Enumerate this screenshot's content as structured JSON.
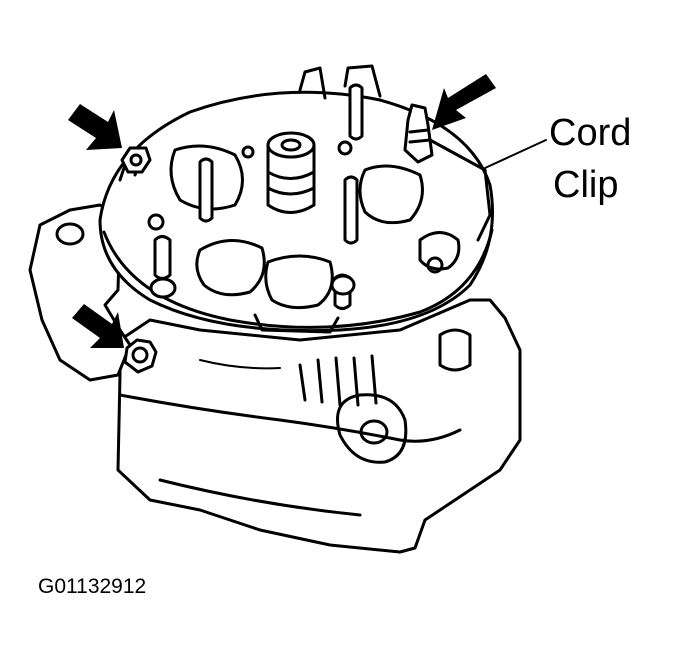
{
  "figure": {
    "callout": {
      "line1": "Cord",
      "line2": "Clip"
    },
    "figure_id": "G01132912",
    "colors": {
      "ink": "#000000",
      "paper": "#ffffff"
    },
    "arrow_count": 3
  }
}
